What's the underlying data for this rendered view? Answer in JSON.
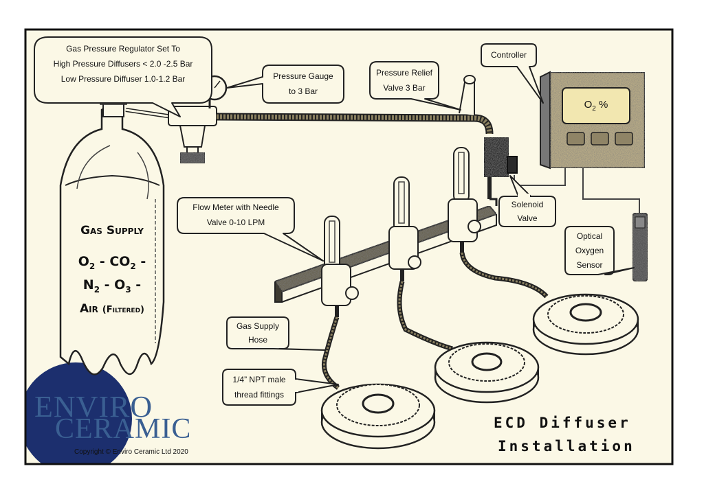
{
  "labels": {
    "regulator": [
      "Gas Pressure Regulator Set To",
      "High Pressure Diffusers < 2.0 -2.5 Bar",
      "Low Pressure Diffuser 1.0-1.2 Bar"
    ],
    "pressure_gauge": [
      "Pressure Gauge",
      "to 3 Bar"
    ],
    "relief_valve": [
      "Pressure Relief",
      "Valve 3 Bar"
    ],
    "controller": "Controller",
    "solenoid": [
      "Solenoid",
      "Valve"
    ],
    "flow_meter": [
      "Flow Meter with Needle",
      "Valve 0-10 LPM"
    ],
    "oxygen_sensor": [
      "Optical",
      "Oxygen",
      "Sensor"
    ],
    "supply_hose": [
      "Gas Supply",
      "Hose"
    ],
    "npt": [
      "1/4” NPT male",
      "thread fittings"
    ]
  },
  "display": {
    "text": "O",
    "sub": "2",
    "unit": " %"
  },
  "gas_supply": {
    "title": "Gas Supply",
    "line1": [
      "O",
      "2",
      " - CO",
      "2",
      " -"
    ],
    "line2": [
      "N",
      "2",
      " - O",
      "3",
      " -"
    ],
    "line3_main": "Air",
    "line3_extra": "(Filtered)"
  },
  "title": [
    "ECD Diffuser",
    "Installation"
  ],
  "logo": [
    "Enviro",
    "Ceramic"
  ],
  "copyright": "Copyright © Enviro Ceramic Ltd 2020",
  "colors": {
    "paper": "#fbf8e6",
    "frame": "#111111",
    "controller": "#b8ab86",
    "screen": "#f2e7b0",
    "logo_blue": "#3a5f92",
    "logo_circle": "#1c2f6e"
  }
}
